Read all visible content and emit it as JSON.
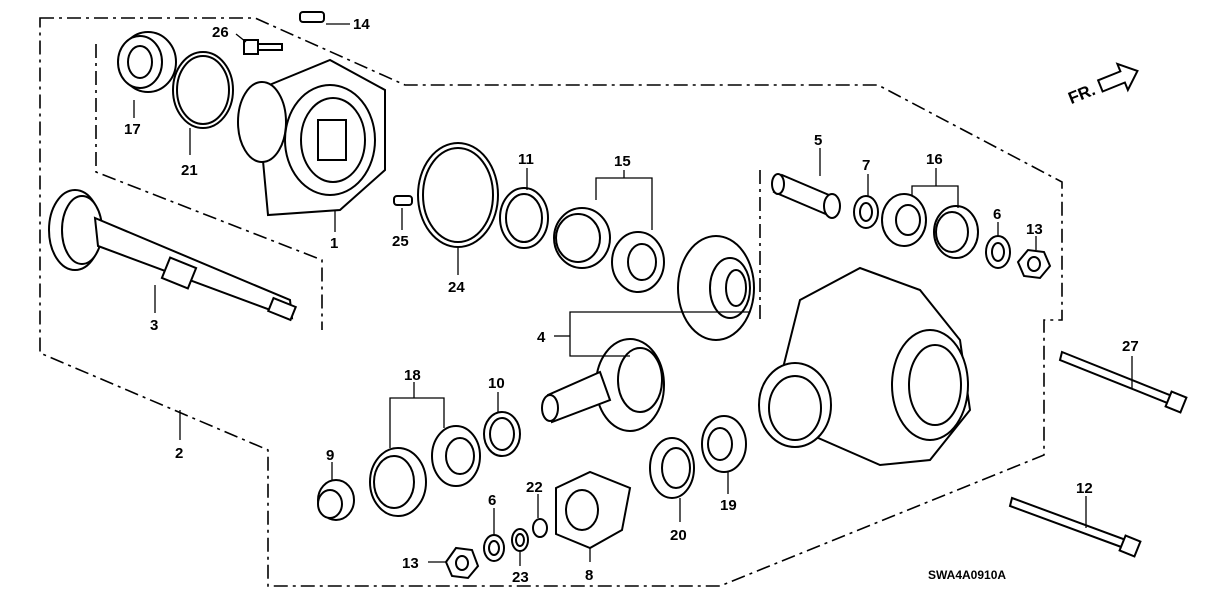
{
  "diagram": {
    "code": "SWA4A0910A",
    "direction": "FR.",
    "labels": {
      "p1": "1",
      "p2": "2",
      "p3": "3",
      "p4": "4",
      "p5": "5",
      "p6a": "6",
      "p6b": "6",
      "p7": "7",
      "p8": "8",
      "p9": "9",
      "p10": "10",
      "p11": "11",
      "p12": "12",
      "p13a": "13",
      "p13b": "13",
      "p14": "14",
      "p15": "15",
      "p16": "16",
      "p17": "17",
      "p18": "18",
      "p19": "19",
      "p20": "20",
      "p21": "21",
      "p22": "22",
      "p23": "23",
      "p24": "24",
      "p25": "25",
      "p26": "26",
      "p27": "27"
    }
  }
}
